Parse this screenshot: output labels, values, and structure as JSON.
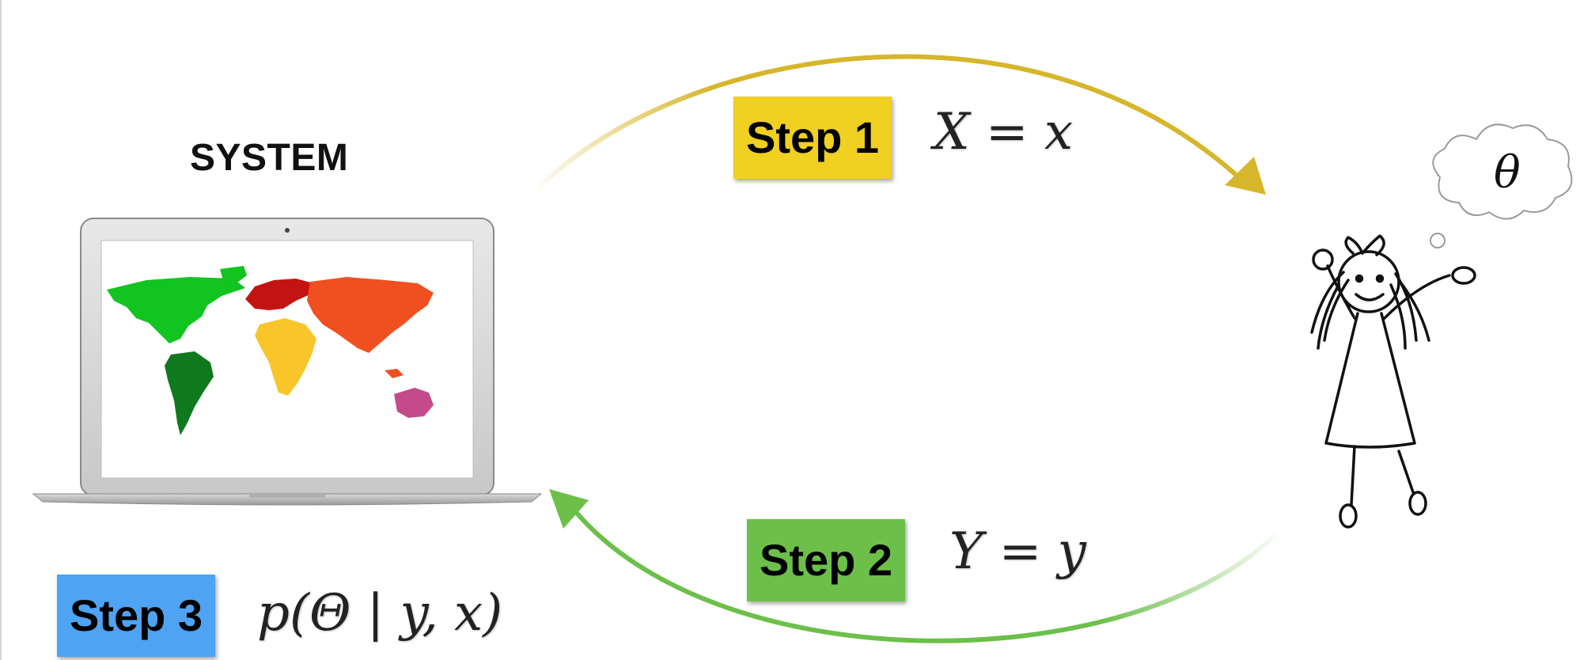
{
  "system": {
    "title": "SYSTEM"
  },
  "steps": [
    {
      "label": "Step 1",
      "formula": "X = x",
      "color": "#f0d020"
    },
    {
      "label": "Step 2",
      "formula": "Y = y",
      "color": "#6cc04a"
    },
    {
      "label": "Step 3",
      "formula": "p(Θ | y, x)",
      "color": "#4ea3f2"
    }
  ],
  "thought": {
    "symbol": "θ"
  },
  "arrows": {
    "top_color": "#d6b62a",
    "bottom_color": "#6cc04a"
  },
  "map_colors": {
    "north_america": "#11c41f",
    "south_america": "#0f7a1d",
    "europe": "#c41313",
    "asia": "#f05020",
    "africa": "#f8c52a",
    "oceania": "#c44a8c"
  }
}
